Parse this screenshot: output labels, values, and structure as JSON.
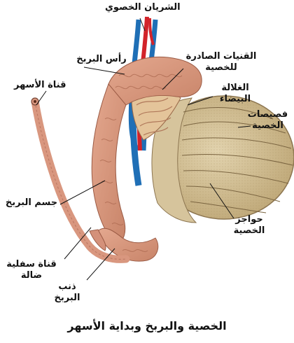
{
  "labels": {
    "testicular_artery": "الشريان الخصوي",
    "head_of_epididymis": "رأس البربخ",
    "efferent_ducts": "القنيات الصادرة للخصية",
    "vas_deferens": "قناة الأسهر",
    "tunica_albuginea": "الغلالة البيضاء",
    "testis_lobules": "فصيصات الخصية",
    "body_of_epididymis": "جسم البربخ",
    "testis_septa": "حواجز الخصية",
    "aberrant_duct": "قناة سفلية ضالة",
    "tail_of_epididymis": "ذنب البربخ"
  },
  "caption": "الخصية والبربخ وبداية الأسهر",
  "colors": {
    "artery": "#d2232a",
    "vein": "#1f6fb6",
    "tissue": "#d9977f",
    "testis": "#d8c7a0",
    "albuginea": "#c9b48e"
  }
}
